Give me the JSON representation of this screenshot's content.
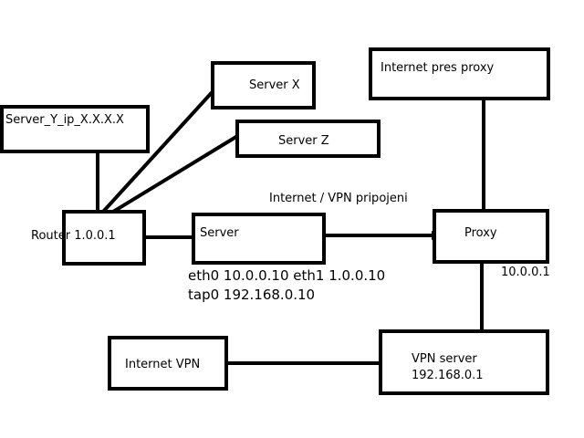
{
  "nodes": {
    "server_y": "Server_Y_ip_X.X.X.X",
    "server_x": "Server X",
    "server_z": "Server Z",
    "internet_proxy": "Internet pres proxy",
    "router": "Router 1.0.0.1",
    "server": "Server",
    "proxy": "Proxy",
    "internet_vpn": "Internet VPN",
    "vpn_server": "VPN server",
    "vpn_server_ip": "192.168.0.1"
  },
  "labels": {
    "internet_vpn_connection": "Internet / VPN pripojeni",
    "server_eth": "eth0 10.0.0.10 eth1 1.0.0.10",
    "server_tap": "tap0 192.168.0.10",
    "proxy_ip": "10.0.0.1"
  },
  "colors": {
    "stroke": "#000000",
    "background": "#ffffff"
  }
}
